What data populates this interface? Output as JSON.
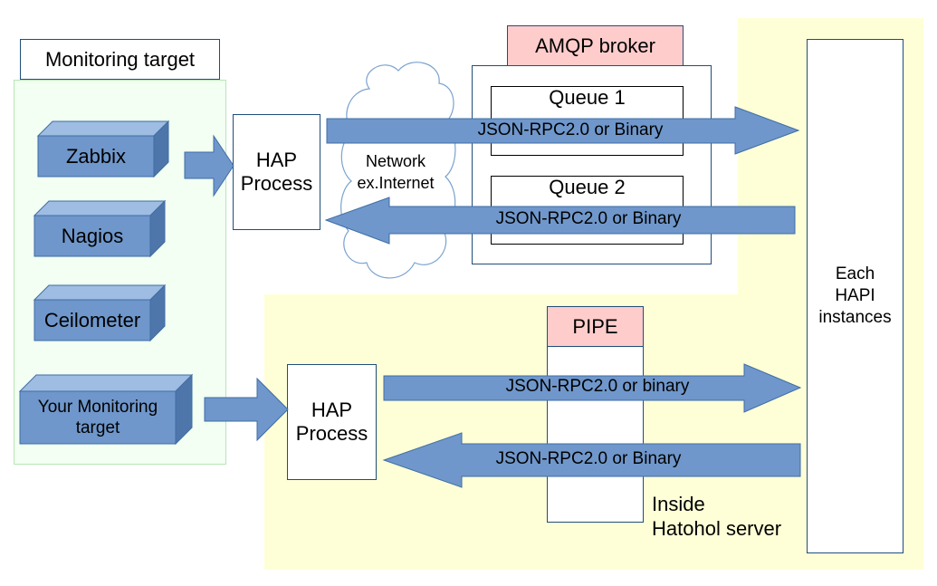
{
  "monitoring_target": {
    "title": "Monitoring target",
    "items": [
      "Zabbix",
      "Nagios",
      "Ceilometer",
      "Your Monitoring target"
    ]
  },
  "hap_process_top": "HAP Process",
  "hap_process_bottom": "HAP Process",
  "network": {
    "line1": "Network",
    "line2": "ex.Internet"
  },
  "amqp": {
    "title": "AMQP broker",
    "queue1": "Queue 1",
    "queue2": "Queue 2"
  },
  "pipe": {
    "title": "PIPE"
  },
  "arrows": {
    "top_right": "JSON-RPC2.0 or Binary",
    "top_left": "JSON-RPC2.0 or Binary",
    "bottom_right": "JSON-RPC2.0 or binary",
    "bottom_left": "JSON-RPC2.0 or Binary"
  },
  "hapi": {
    "line1": "Each",
    "line2": "HAPI",
    "line3": "instances"
  },
  "hatohol": {
    "line1": "Inside",
    "line2": "Hatohol server"
  },
  "colors": {
    "region_yellow": "#ffffd7",
    "region_green": "#f2fff2",
    "region_green_border": "#b7e6b7",
    "box_blue_front": "#6f97cb",
    "box_blue_top": "#9fbce2",
    "box_blue_side": "#4e76aa",
    "arrow_fill": "#6f97cb",
    "arrow_stroke": "#3f6da5",
    "title_pink": "#ffcccc"
  }
}
